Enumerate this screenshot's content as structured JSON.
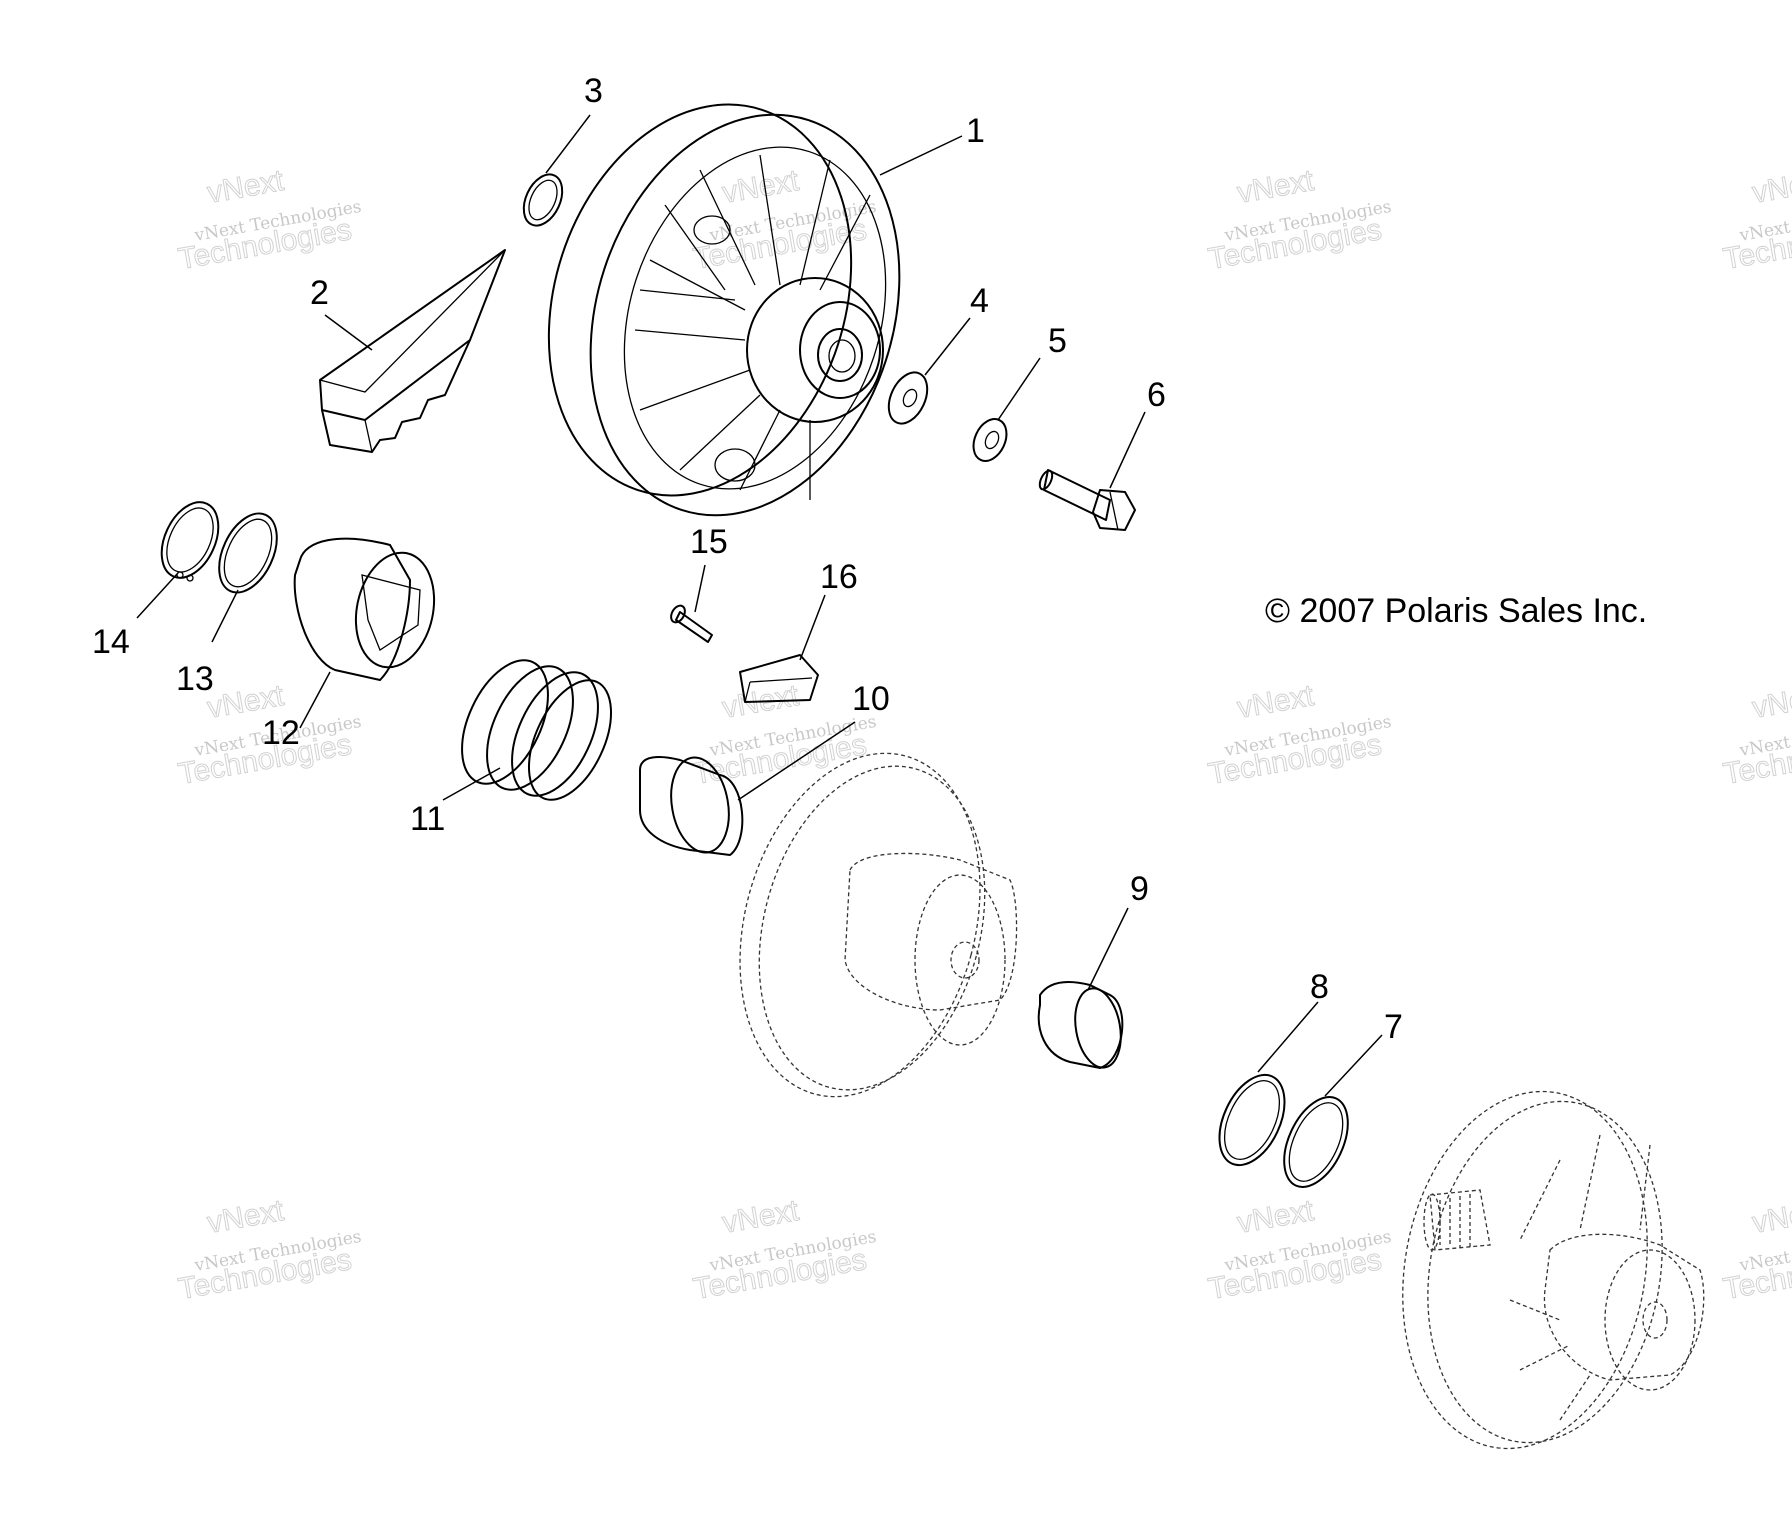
{
  "copyright": "© 2007 Polaris Sales Inc.",
  "watermark": {
    "line1": "vNext",
    "line2": "vNext Technologies",
    "line3": "Technologies"
  },
  "callouts": [
    {
      "id": "1",
      "label": "1"
    },
    {
      "id": "2",
      "label": "2"
    },
    {
      "id": "3",
      "label": "3"
    },
    {
      "id": "4",
      "label": "4"
    },
    {
      "id": "5",
      "label": "5"
    },
    {
      "id": "6",
      "label": "6"
    },
    {
      "id": "7",
      "label": "7"
    },
    {
      "id": "8",
      "label": "8"
    },
    {
      "id": "9",
      "label": "9"
    },
    {
      "id": "10",
      "label": "10"
    },
    {
      "id": "11",
      "label": "11"
    },
    {
      "id": "12",
      "label": "12"
    },
    {
      "id": "13",
      "label": "13"
    },
    {
      "id": "14",
      "label": "14"
    },
    {
      "id": "15",
      "label": "15"
    },
    {
      "id": "16",
      "label": "16"
    }
  ]
}
